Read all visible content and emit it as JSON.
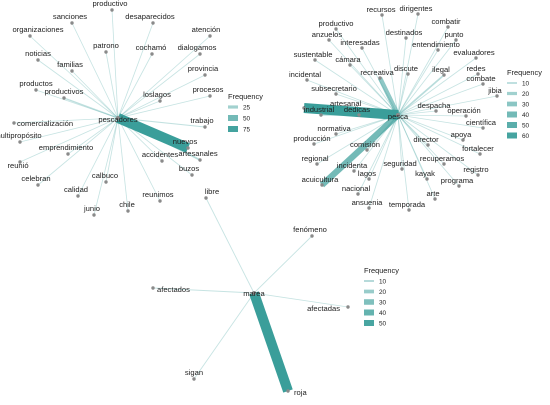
{
  "colors": {
    "edge": "#3a9e9a",
    "node": "#8a8a8a"
  },
  "graphs": [
    {
      "name": "pescadores-network",
      "hub": "pescadores",
      "legend": {
        "title": "Frequency",
        "items": [
          25,
          50,
          75
        ]
      },
      "freq_range": [
        5,
        80
      ],
      "nodes": [
        {
          "label": "productivo",
          "f": 6
        },
        {
          "label": "sanciones",
          "f": 6
        },
        {
          "label": "desaparecidos",
          "f": 6
        },
        {
          "label": "organizaciones",
          "f": 6
        },
        {
          "label": "atención",
          "f": 6
        },
        {
          "label": "patrono",
          "f": 6
        },
        {
          "label": "cochamó",
          "f": 6
        },
        {
          "label": "dialogamos",
          "f": 6
        },
        {
          "label": "noticias",
          "f": 6
        },
        {
          "label": "familias",
          "f": 6
        },
        {
          "label": "provincia",
          "f": 6
        },
        {
          "label": "productos",
          "f": 6
        },
        {
          "label": "productivos",
          "f": 10
        },
        {
          "label": "loslagos",
          "f": 6
        },
        {
          "label": "procesos",
          "f": 6
        },
        {
          "label": "comercialización",
          "f": 6
        },
        {
          "label": "trabajo",
          "f": 8
        },
        {
          "label": "multipropósito",
          "f": 6
        },
        {
          "label": "nuevos",
          "f": 80
        },
        {
          "label": "artesanales",
          "f": 14
        },
        {
          "label": "emprendimiento",
          "f": 6
        },
        {
          "label": "reunió",
          "f": 6
        },
        {
          "label": "accidentes",
          "f": 6
        },
        {
          "label": "celebran",
          "f": 6
        },
        {
          "label": "buzos",
          "f": 6
        },
        {
          "label": "calbuco",
          "f": 6
        },
        {
          "label": "calidad",
          "f": 6
        },
        {
          "label": "reunimos",
          "f": 6
        },
        {
          "label": "junio",
          "f": 6
        },
        {
          "label": "chile",
          "f": 6
        }
      ]
    },
    {
      "name": "pesca-network",
      "hub": "pesca",
      "legend": {
        "title": "Frequency",
        "items": [
          10,
          20,
          30,
          40,
          50,
          60
        ]
      },
      "freq_range": [
        3,
        65
      ],
      "nodes": [
        {
          "label": "recursos",
          "f": 4
        },
        {
          "label": "dirigentes",
          "f": 4
        },
        {
          "label": "productivo",
          "f": 4
        },
        {
          "label": "combatir",
          "f": 4
        },
        {
          "label": "anzuelos",
          "f": 4
        },
        {
          "label": "destinados",
          "f": 4
        },
        {
          "label": "interesadas",
          "f": 4
        },
        {
          "label": "punto",
          "f": 4
        },
        {
          "label": "entendimiento",
          "f": 4
        },
        {
          "label": "sustentable",
          "f": 4
        },
        {
          "label": "cámara",
          "f": 4
        },
        {
          "label": "evaluadores",
          "f": 4
        },
        {
          "label": "recreativa",
          "f": 28
        },
        {
          "label": "discute",
          "f": 4
        },
        {
          "label": "ilegal",
          "f": 10
        },
        {
          "label": "redes",
          "f": 4
        },
        {
          "label": "incidental",
          "f": 4
        },
        {
          "label": "combate",
          "f": 4
        },
        {
          "label": "subsecretario",
          "f": 4
        },
        {
          "label": "jibia",
          "f": 4
        },
        {
          "label": "artesanal",
          "f": 65
        },
        {
          "label": "despacha",
          "f": 4
        },
        {
          "label": "industrial",
          "f": 8
        },
        {
          "label": "dedicas",
          "f": 4
        },
        {
          "label": "operación",
          "f": 4
        },
        {
          "label": "científica",
          "f": 4
        },
        {
          "label": "normativa",
          "f": 4
        },
        {
          "label": "apoya",
          "f": 4
        },
        {
          "label": "director",
          "f": 4
        },
        {
          "label": "producción",
          "f": 4
        },
        {
          "label": "comisión",
          "f": 8
        },
        {
          "label": "fortalecer",
          "f": 4
        },
        {
          "label": "regional",
          "f": 4
        },
        {
          "label": "recuperamos",
          "f": 4
        },
        {
          "label": "registro",
          "f": 4
        },
        {
          "label": "incidenta",
          "f": 4
        },
        {
          "label": "seguridad",
          "f": 4
        },
        {
          "label": "lagos",
          "f": 4
        },
        {
          "label": "acuicultura",
          "f": 40
        },
        {
          "label": "kayak",
          "f": 4
        },
        {
          "label": "programa",
          "f": 4
        },
        {
          "label": "nacional",
          "f": 4
        },
        {
          "label": "arte",
          "f": 4
        },
        {
          "label": "ansuenia",
          "f": 4
        },
        {
          "label": "temporada",
          "f": 4
        }
      ]
    },
    {
      "name": "marea-network",
      "hub": "marea",
      "legend": {
        "title": "Frequency",
        "items": [
          10,
          20,
          30,
          40,
          50
        ]
      },
      "freq_range": [
        3,
        55
      ],
      "nodes": [
        {
          "label": "libre",
          "f": 4
        },
        {
          "label": "fenómeno",
          "f": 4
        },
        {
          "label": "afectados",
          "f": 4
        },
        {
          "label": "afectadas",
          "f": 4
        },
        {
          "label": "sigan",
          "f": 4
        },
        {
          "label": "roja",
          "f": 55
        }
      ]
    }
  ]
}
